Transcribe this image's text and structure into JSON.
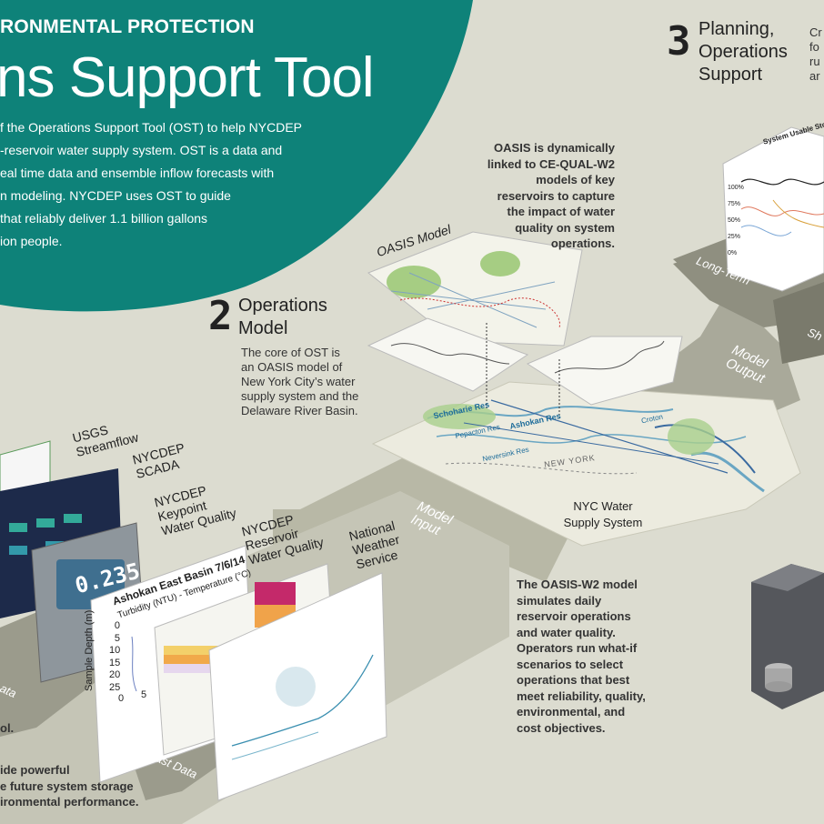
{
  "header": {
    "agency": "RONMENTAL PROTECTION",
    "title": "ns Support Tool",
    "intro_lines": [
      "f the Operations Support Tool (OST) to help NYCDEP",
      "-reservoir water supply system. OST is a data and",
      "eal time data and ensemble inflow forecasts with",
      "n modeling. NYCDEP uses OST to guide",
      "that reliably deliver 1.1 billion gallons",
      "ion people."
    ]
  },
  "step2": {
    "number": "2",
    "title_lines": [
      "Operations",
      "Model"
    ],
    "description_lines": [
      "The core of OST is",
      "an OASIS model of",
      "New York City’s water",
      "supply system and the",
      "Delaware River Basin."
    ]
  },
  "step3": {
    "number": "3",
    "title_lines": [
      "Planning,",
      "Operations",
      "Support"
    ],
    "cut_lines": [
      "Cr",
      "fo",
      "ru",
      "ar"
    ]
  },
  "callouts": {
    "oasis_linked": [
      "OASIS is dynamically",
      "linked to CE-QUAL-W2",
      "models of key",
      "reservoirs to capture",
      "the impact of water",
      "quality on system",
      "operations."
    ],
    "oasis_w2": [
      "The OASIS-W2 model",
      "simulates daily",
      "reservoir operations",
      "and water quality.",
      "Operators run what-if",
      "scenarios to select",
      "operations that best",
      "meet reliability, quality,",
      "environmental, and",
      "cost objectives."
    ],
    "bottom_left_1": "ol.",
    "bottom_left_2": [
      "ide powerful",
      "e future system storage",
      "ironmental performance."
    ]
  },
  "sources": {
    "usgs": [
      "USGS",
      "Streamflow"
    ],
    "scada": [
      "NYCDEP",
      "SCADA"
    ],
    "keypoint": [
      "NYCDEP",
      "Keypoint",
      "Water Quality"
    ],
    "reservoir": [
      "NYCDEP",
      "Reservoir",
      "Water Quality"
    ],
    "nws": [
      "National",
      "Weather",
      "Service"
    ]
  },
  "arrows": {
    "model_input": [
      "Model",
      "Input"
    ],
    "model_output": [
      "Model",
      "Output"
    ],
    "long_term": "Long-Term",
    "short_cut": "Sh",
    "forecast_data": "Forecast Data",
    "data_cut": "ata"
  },
  "map": {
    "oasis_label": "OASIS Model",
    "caption": [
      "NYC Water",
      "Supply System"
    ],
    "state_label": "NEW YORK",
    "reservoirs": [
      "Schoharie Res",
      "Ashokan Res",
      "Pepacton Res",
      "Neversink Res",
      "Croton"
    ]
  },
  "meter": {
    "reading": "0.235"
  },
  "chart": {
    "title": "Ashokan East Basin 7/6/14",
    "legend": "Turbidity (NTU)  - Temperature (°C)",
    "ylabel": "Sample Depth (m)",
    "yticks": [
      "0",
      "5",
      "10",
      "15",
      "20",
      "25"
    ],
    "xticks": [
      "0",
      "5"
    ]
  },
  "storage_chart": {
    "title": "System Usable Storage",
    "yticks": [
      "100%",
      "75%",
      "50%",
      "25%",
      "0%"
    ]
  },
  "colors": {
    "teal": "#0e8279",
    "arrow_gray": "#8f8f80",
    "background": "#dcdcd0"
  }
}
